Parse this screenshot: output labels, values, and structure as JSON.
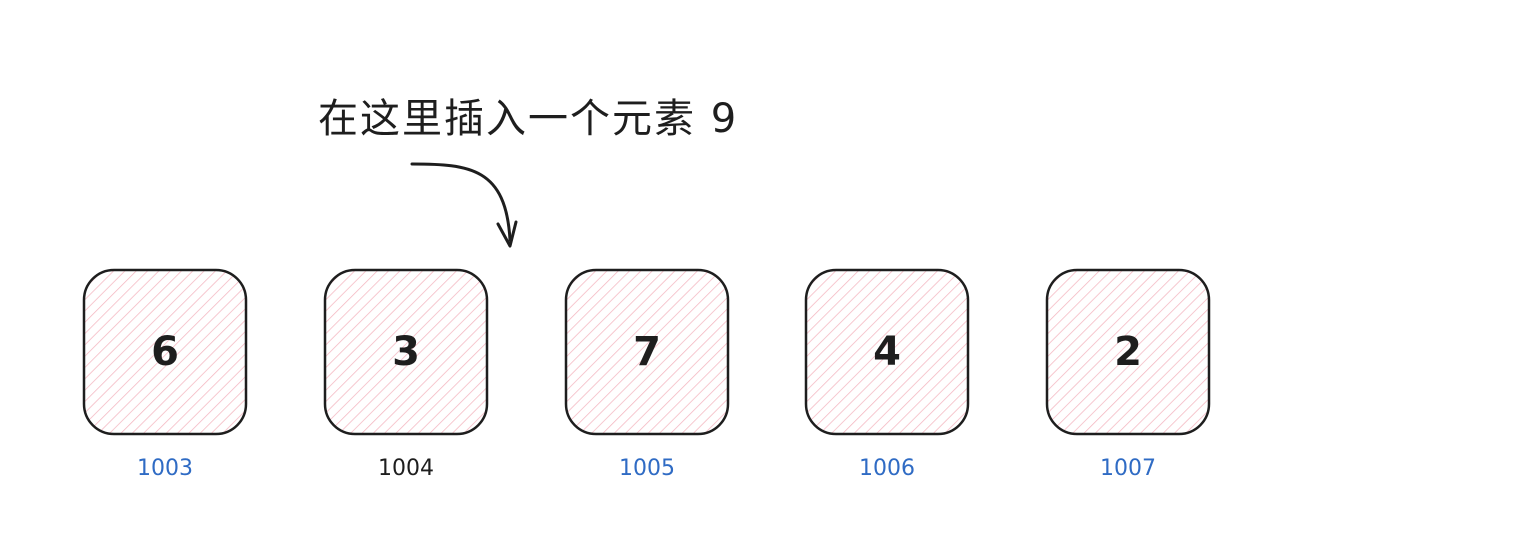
{
  "annotation": "在这里插入一个元素 9",
  "colors": {
    "stroke": "#1e1e1e",
    "hatch": "#f4b6c0",
    "address_highlight": "#2f6bc4",
    "address_plain": "#1e1e1e"
  },
  "cells": [
    {
      "value": "6",
      "address": "1003",
      "address_highlighted": true
    },
    {
      "value": "3",
      "address": "1004",
      "address_highlighted": false
    },
    {
      "value": "7",
      "address": "1005",
      "address_highlighted": true
    },
    {
      "value": "4",
      "address": "1006",
      "address_highlighted": true
    },
    {
      "value": "2",
      "address": "1007",
      "address_highlighted": true
    }
  ]
}
